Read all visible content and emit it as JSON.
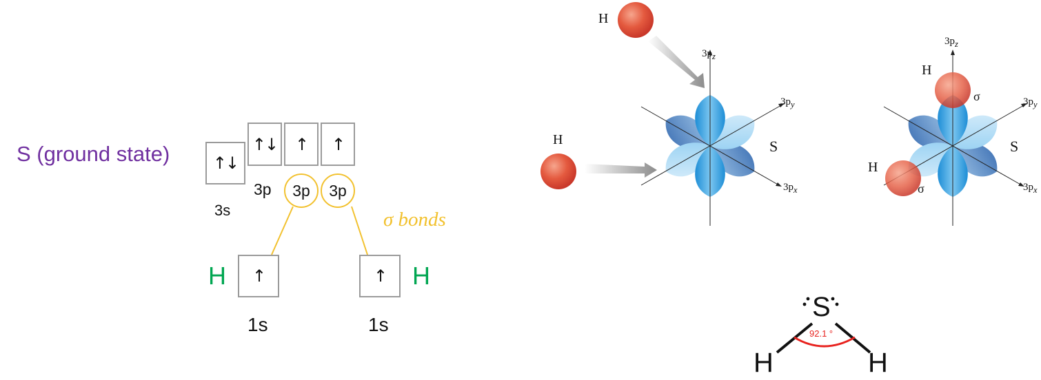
{
  "orbital_diagram": {
    "atom_label": "S (ground state)",
    "s3": {
      "arrows": "↑↓",
      "label": "3s"
    },
    "p3": {
      "arrows": [
        "↑↓",
        "↑",
        "↑"
      ],
      "label": "3p"
    },
    "bonded_p": [
      "3p",
      "3p"
    ],
    "bonds_label": "σ bonds",
    "hydrogen_left": {
      "symbol": "H",
      "arrow": "↑",
      "label": "1s"
    },
    "hydrogen_right": {
      "symbol": "H",
      "arrow": "↑",
      "label": "1s"
    },
    "colors": {
      "atom_label": "#7030a0",
      "hydrogen": "#00a651",
      "bond": "#f2c12e"
    }
  },
  "orbital_overlap_left": {
    "h_top": "H",
    "h_left": "H",
    "axis_z": "3p",
    "axis_z_sub": "z",
    "axis_y": "3p",
    "axis_y_sub": "y",
    "axis_x": "3p",
    "axis_x_sub": "x",
    "center": "S"
  },
  "orbital_overlap_right": {
    "h_top": "H",
    "h_left": "H",
    "sigma_top": "σ",
    "sigma_left": "σ",
    "axis_z": "3p",
    "axis_z_sub": "z",
    "axis_y": "3p",
    "axis_y_sub": "y",
    "axis_x": "3p",
    "axis_x_sub": "x",
    "center": "S"
  },
  "lewis": {
    "center": "S",
    "left": "H",
    "right": "H",
    "angle": "92.1 °"
  }
}
